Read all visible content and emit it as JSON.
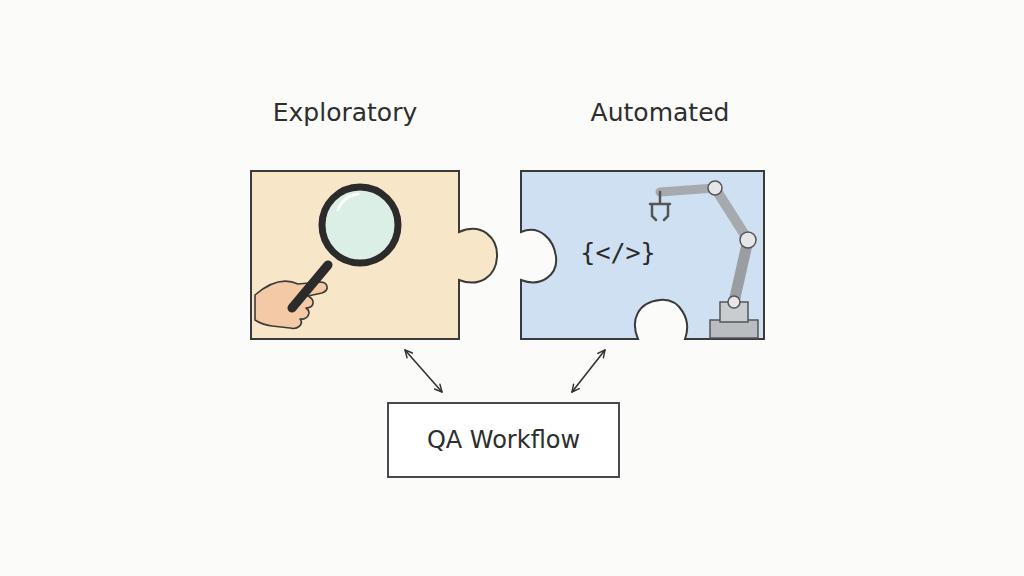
{
  "diagram": {
    "nodes": [
      {
        "text": [
          "Exploratory"
        ]
      },
      {
        "text": [
          "Automated",
          "{</>}"
        ]
      },
      {
        "text": [
          "QA Workflow"
        ]
      }
    ],
    "edges": [
      {
        "from": 0,
        "to": 2,
        "arrow": "both"
      },
      {
        "from": 1,
        "to": 2,
        "arrow": "both"
      }
    ]
  }
}
